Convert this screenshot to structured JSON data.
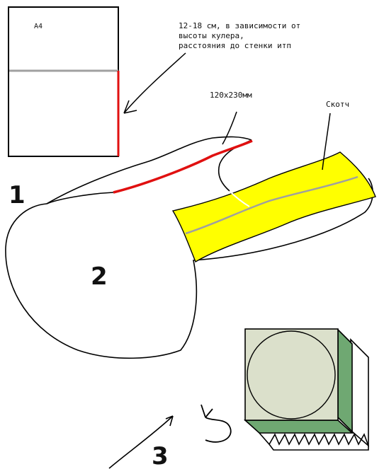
{
  "labels": {
    "paper_size": "A4",
    "note_line1": "12-18 см, в зависимости от",
    "note_line2": "высоты кулера,",
    "note_line3": "расстояния до стенки итп",
    "dimensions": "120х230мм",
    "tape": "Скотч",
    "step1": "1",
    "step2": "2",
    "step3": "3"
  },
  "colors": {
    "outline": "#000000",
    "mark_red": "#e01010",
    "fold_gray": "#a0a0a0",
    "tape_yellow": "#ffff00",
    "fan_face": "#dbe0cb",
    "fan_side": "#6fa872",
    "fan_bottom": "#6fa872"
  }
}
